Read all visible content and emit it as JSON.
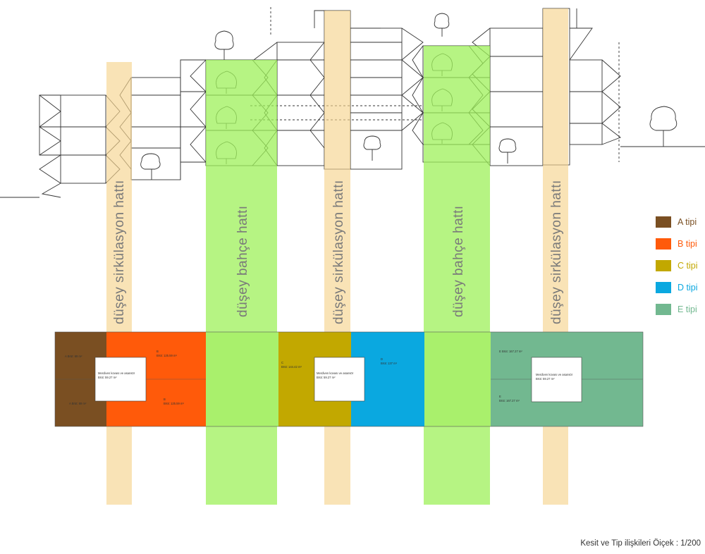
{
  "bands": {
    "circulation_label": "düşey sirkülasyon hattı",
    "garden_label": "düşey bahçe hattı",
    "circulation_color": "#f6d48f",
    "garden_color": "#9ef05a"
  },
  "legend": [
    {
      "label": "A tipi",
      "color": "#7a4f22"
    },
    {
      "label": "B tipi",
      "color": "#ff5a0a"
    },
    {
      "label": "C tipi",
      "color": "#c2a800"
    },
    {
      "label": "D tipi",
      "color": "#0aa8e0"
    },
    {
      "label": "E tipi",
      "color": "#72b890"
    }
  ],
  "plan": {
    "core_label": "Merdiven kovası ve asansör",
    "core_area": "Brüt: 59.27 m²",
    "a_top": "A Brüt: 69 m²",
    "a_bottom": "A Brüt: 69 m²",
    "b_top_1": "B",
    "b_top_2": "Brüt: 125.59 m²",
    "b_bottom_1": "B",
    "b_bottom_2": "Brüt: 125.59 m²",
    "c_1": "C",
    "c_2": "Brüt: 144.42 m²",
    "d_1": "D",
    "d_2": "Brüt: 137 m²",
    "e_top": "E Brüt: 167.27 m²",
    "e_bottom_1": "E",
    "e_bottom_2": "Brüt: 167.27 m²"
  },
  "caption": "Kesit ve Tip ilişkileri Öiçek : 1/200"
}
